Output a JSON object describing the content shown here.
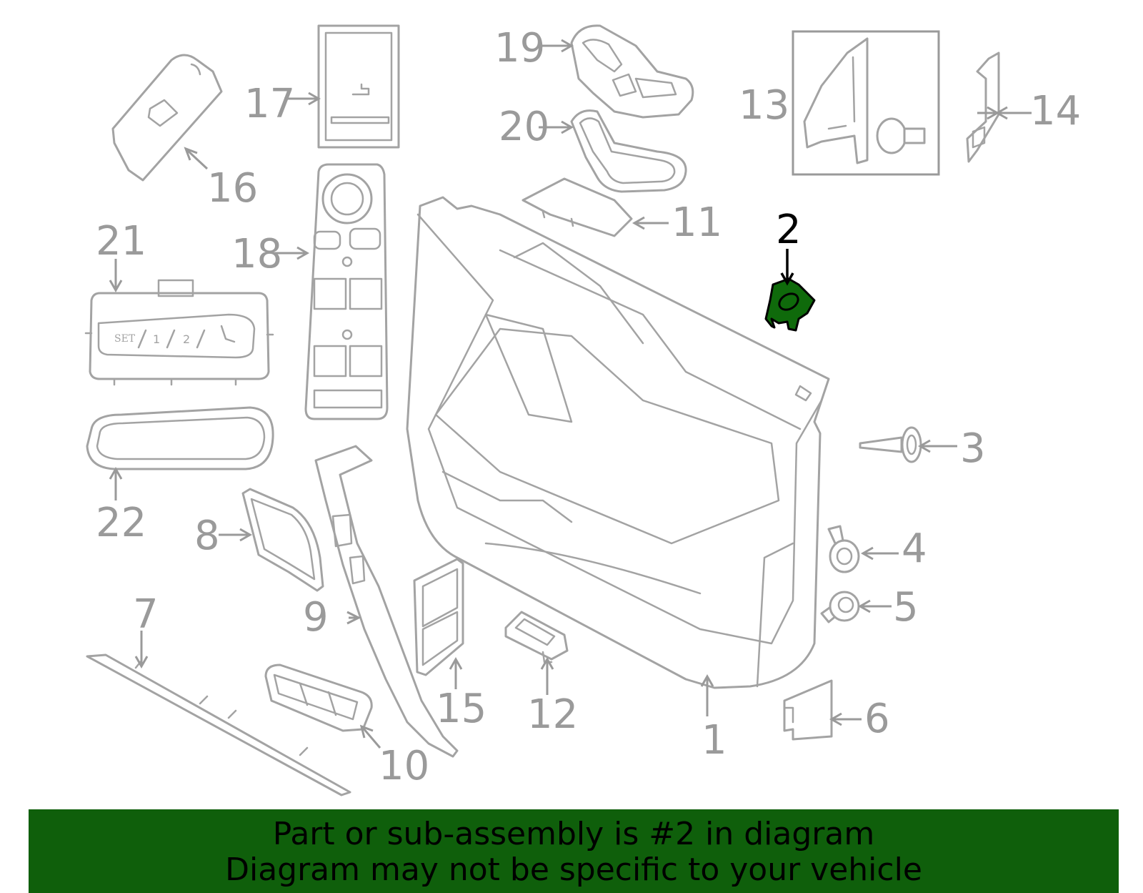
{
  "diagram": {
    "highlight_color": "#0f6a0b",
    "callouts": [
      {
        "id": "c1",
        "text": "1",
        "highlighted": false
      },
      {
        "id": "c2",
        "text": "2",
        "highlighted": true
      },
      {
        "id": "c3",
        "text": "3",
        "highlighted": false
      },
      {
        "id": "c4",
        "text": "4",
        "highlighted": false
      },
      {
        "id": "c5",
        "text": "5",
        "highlighted": false
      },
      {
        "id": "c6",
        "text": "6",
        "highlighted": false
      },
      {
        "id": "c7",
        "text": "7",
        "highlighted": false
      },
      {
        "id": "c8",
        "text": "8",
        "highlighted": false
      },
      {
        "id": "c9",
        "text": "9",
        "highlighted": false
      },
      {
        "id": "c10",
        "text": "10",
        "highlighted": false
      },
      {
        "id": "c11",
        "text": "11",
        "highlighted": false
      },
      {
        "id": "c12",
        "text": "12",
        "highlighted": false
      },
      {
        "id": "c13",
        "text": "13",
        "highlighted": false
      },
      {
        "id": "c14",
        "text": "14",
        "highlighted": false
      },
      {
        "id": "c15",
        "text": "15",
        "highlighted": false
      },
      {
        "id": "c16",
        "text": "16",
        "highlighted": false
      },
      {
        "id": "c17",
        "text": "17",
        "highlighted": false
      },
      {
        "id": "c18",
        "text": "18",
        "highlighted": false
      },
      {
        "id": "c19",
        "text": "19",
        "highlighted": false
      },
      {
        "id": "c20",
        "text": "20",
        "highlighted": false
      },
      {
        "id": "c21",
        "text": "21",
        "highlighted": false
      },
      {
        "id": "c22",
        "text": "22",
        "highlighted": false
      }
    ],
    "switch_labels": {
      "set": "SET",
      "one": "1",
      "two": "2"
    }
  },
  "banner": {
    "line1": "Part or sub-assembly is #2 in diagram",
    "line2": "Diagram may not be specific to your vehicle",
    "background": "#0f5f0b"
  }
}
